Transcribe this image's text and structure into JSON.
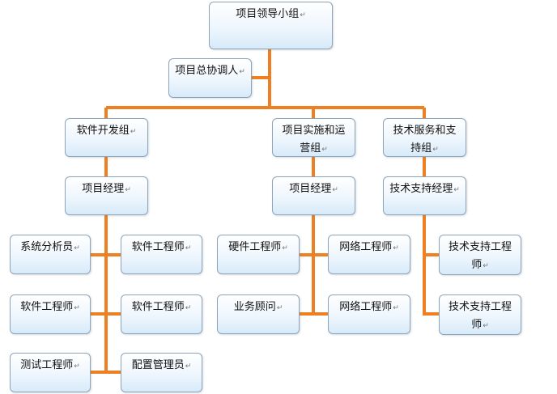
{
  "diagram": {
    "line_color": "#ee7f22",
    "return_mark": "↵",
    "nodes": {
      "leadership_group": "项目领导小组",
      "project_coordinator": "项目总协调人",
      "software_dev_group": "软件开发组",
      "implementation_ops_group": "项目实施和运营组",
      "tech_service_group": "技术服务和支持组",
      "pm_software": "项目经理",
      "pm_implementation": "项目经理",
      "tech_support_manager": "技术支持经理",
      "systems_analyst": "系统分析员",
      "software_engineer_1": "软件工程师",
      "software_engineer_2": "软件工程师",
      "software_engineer_3": "软件工程师",
      "test_engineer": "测试工程师",
      "config_manager": "配置管理员",
      "hardware_engineer": "硬件工程师",
      "network_engineer_1": "网络工程师",
      "business_consultant": "业务顾问",
      "network_engineer_2": "网络工程师",
      "tech_support_engineer_1": "技术支持工程师",
      "tech_support_engineer_2": "技术支持工程师"
    }
  }
}
